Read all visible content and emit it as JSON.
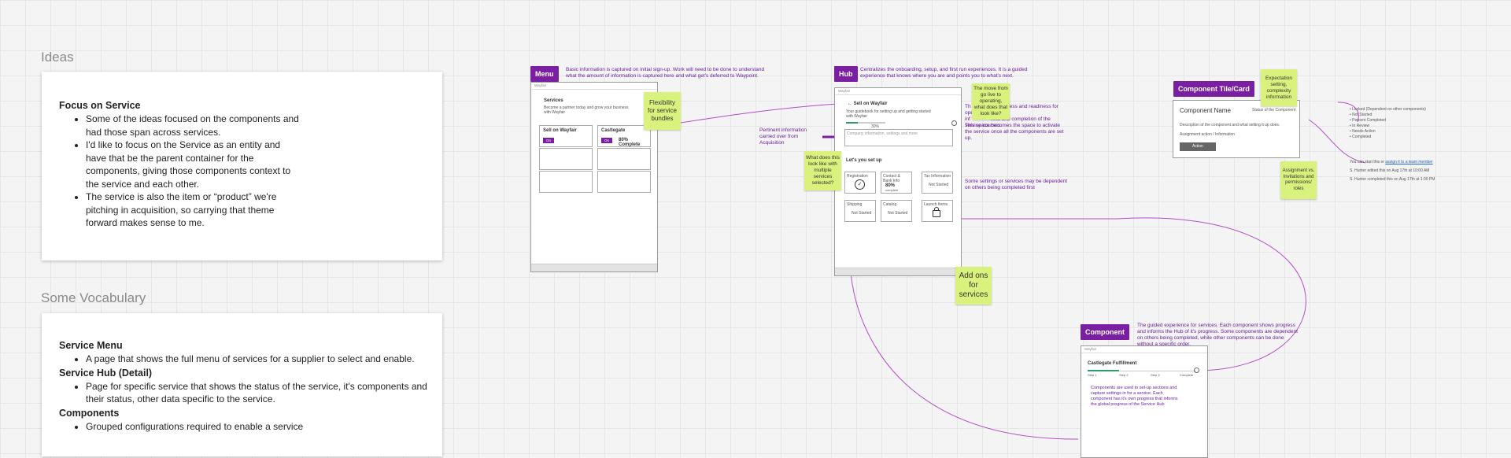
{
  "ideas": {
    "title": "Ideas",
    "card_heading": "Focus on Service",
    "bullets": [
      "Some of the ideas focused on the components and had those span across services.",
      "I'd like to focus on the Service as an entity and have that be the parent container for the components, giving those components context to the service and each other.",
      "The service is also the item or “product” we're pitching in acquisition, so carrying that theme forward makes sense to me."
    ]
  },
  "vocab": {
    "title": "Some Vocabulary",
    "terms": [
      {
        "term": "Service Menu",
        "def": "A page that shows the full menu of services for a supplier to select and enable."
      },
      {
        "term": "Service Hub (Detail)",
        "def": "Page for specific service that shows the status of the service, it's components and their status, other data specific to the service."
      },
      {
        "term": "Components",
        "def": "Grouped configurations required to enable a service"
      }
    ]
  },
  "menu": {
    "tag": "Menu",
    "desc": "Basic information is captured on initial sign-up. Work will need to be done to understand what the amount of information is captured here and what get's deferred to Waypoint.",
    "brand": "Wayfair",
    "page_title": "Services",
    "page_sub": "Become a partner today and grow your business with Wayfair",
    "tile1": "Sell on Wayfair",
    "tile1_btn": "On",
    "tile2": "Castlegate",
    "tile2_btn": "On",
    "tile2_status": "80% Complete",
    "sticky": "Flexibility for service bundles"
  },
  "hub": {
    "tag": "Hub",
    "desc": "Centralizes the onboarding, setup, and first run experiences. It is a guided experience that knows where you are and points you to what's next.",
    "brand": "Wayfair",
    "back": "Sell on Wayfair",
    "sub": "Your guidebook for setting up and getting started with Wayfair",
    "pct": "30%",
    "search": "Company information, settings and more",
    "setup_title": "Let's you set up",
    "t1": "Registration",
    "t2": "Contact & Bank Info",
    "t2_pct": "80%",
    "t2_sub": "complete",
    "t3": "Tax Information",
    "t3_sub": "Not Started",
    "t4": "Shipping",
    "t4_sub": "Not Started",
    "t5": "Catalog",
    "t5_sub": "Not Started",
    "t6": "Launch Items",
    "pertinent": "Pertinent information carried over from Acquisition",
    "note1a": "Th",
    "note1b": "ill progress and readiness for operating by being",
    "note1c": "inf",
    "note1d": "ress and completion of the service courses.",
    "note2": "This space becomes the space to activate the service once all the components are set up.",
    "note3": "Some settings or services may be dependent on others being completed first",
    "sticky_move": "The move from go live to operating, what does that look like?",
    "sticky_multi": "What does this look like with multiple services selected?",
    "sticky_addons": "Add ons for services"
  },
  "component_tile": {
    "tag": "Component Tile/Card",
    "name": "Component Name",
    "status": "Status of the Component",
    "desc_line": "Description of the component and what setting it up does.",
    "assign": "Assignment action / Information",
    "btn": "Action",
    "sticky_expect": "Expectation setting, complexity information",
    "sticky_assign": "Assignment vs. Invitations and permissions/ roles",
    "statuses": [
      "Locked (Dependent on other components)",
      "Not Started",
      "Percent Completed",
      "In Review",
      "Needs Action",
      "Completed"
    ],
    "assign_prefix": "You can start this or",
    "assign_link": "assign it to a team member",
    "log1": "S. Hunter edited this on Aug 17th at 10:00 AM",
    "log2": "S. Hunter completed this on Aug 17th at 1:00 PM"
  },
  "component": {
    "tag": "Component",
    "desc": "The guided experience for services. Each component shows progress and informs the Hub of it's progress. Some components are dependent on others being completed, while other components can be done without a specific order.",
    "brand": "Wayfair",
    "title": "Castlegate Fulfillment",
    "steps": [
      "Step 1",
      "Step 2",
      "Step 3",
      "Complete"
    ],
    "body": "Components are used to set-up sections and capture settings in for a service. Each component has it's own progress that informs the global progress of the Service Hub"
  }
}
